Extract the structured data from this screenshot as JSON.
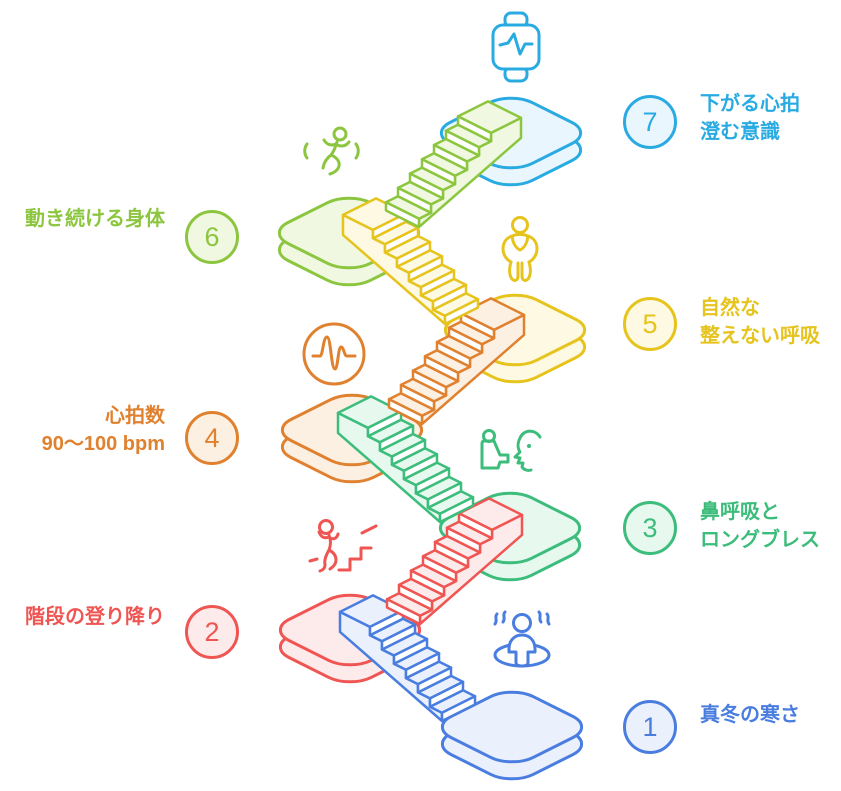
{
  "steps": [
    {
      "number": "1",
      "label_lines": [
        "真冬の寒さ"
      ],
      "icon": "shivering-person-icon",
      "color": "#4a7de0",
      "fill": "#ebf1fc",
      "side": "right"
    },
    {
      "number": "2",
      "label_lines": [
        "階段の登り降り"
      ],
      "icon": "stair-climbing-person-icon",
      "color": "#ef5552",
      "fill": "#fdeaea",
      "side": "left"
    },
    {
      "number": "3",
      "label_lines": [
        "鼻呼吸と",
        "ロングブレス"
      ],
      "icon": "inhaler-breathing-face-icon",
      "color": "#3cbd7b",
      "fill": "#e7f8ef",
      "side": "right"
    },
    {
      "number": "4",
      "label_lines": [
        "心拍数",
        "90〜100 bpm"
      ],
      "icon": "heartbeat-pulse-icon",
      "color": "#e0812f",
      "fill": "#fcf0e3",
      "side": "left"
    },
    {
      "number": "5",
      "label_lines": [
        "自然な",
        "整えない呼吸"
      ],
      "icon": "flexing-person-icon",
      "color": "#e6c41d",
      "fill": "#fdf9e2",
      "side": "right"
    },
    {
      "number": "6",
      "label_lines": [
        "動き続ける身体"
      ],
      "icon": "running-person-icon",
      "color": "#8cc63f",
      "fill": "#f1f8e2",
      "side": "left"
    },
    {
      "number": "7",
      "label_lines": [
        "下がる心拍",
        "澄む意識"
      ],
      "icon": "smartwatch-heart-rate-icon",
      "color": "#29abe2",
      "fill": "#eaf6fd",
      "side": "right"
    }
  ]
}
